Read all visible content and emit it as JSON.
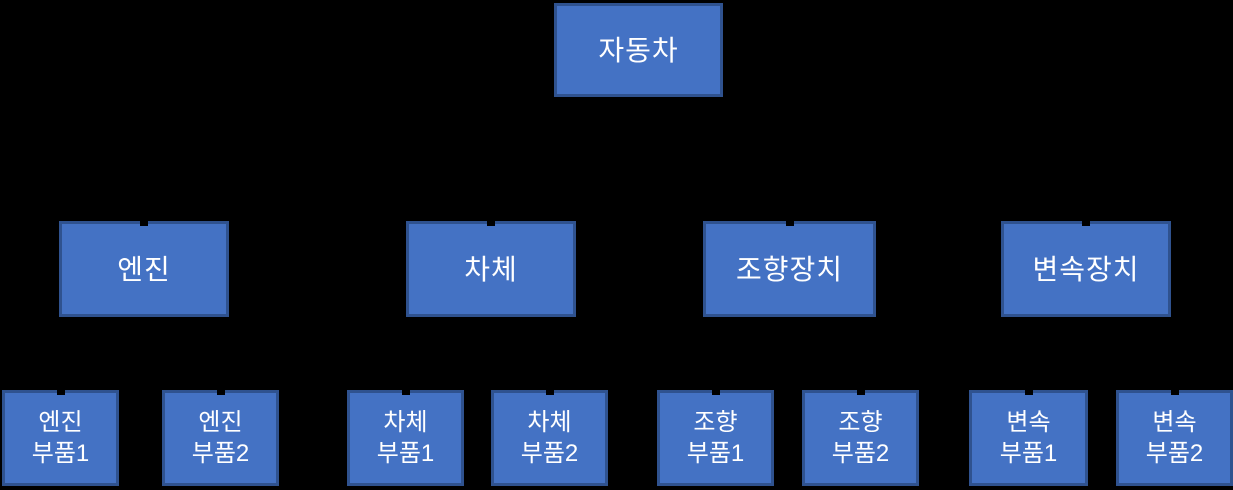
{
  "colors": {
    "background": "#000000",
    "node-fill": "#4472C4",
    "node-border": "#2F528F",
    "node-text": "#FFFFFF",
    "connector": "#000000"
  },
  "diagram_type": "hierarchy-org-chart",
  "nodes": {
    "car": {
      "label": "자동차"
    },
    "engine": {
      "label": "엔진"
    },
    "body": {
      "label": "차체"
    },
    "steering": {
      "label": "조향장치"
    },
    "transmission": {
      "label": "변속장치"
    },
    "engine_part_1": {
      "label": "엔진\n부품1"
    },
    "engine_part_2": {
      "label": "엔진\n부품2"
    },
    "body_part_1": {
      "label": "차체\n부품1"
    },
    "body_part_2": {
      "label": "차체\n부품2"
    },
    "steering_part_1": {
      "label": "조향\n부품1"
    },
    "steering_part_2": {
      "label": "조향\n부품2"
    },
    "transmission_part_1": {
      "label": "변속\n부품1"
    },
    "transmission_part_2": {
      "label": "변속\n부품2"
    }
  },
  "edges": [
    [
      "자동차",
      "엔진"
    ],
    [
      "자동차",
      "차체"
    ],
    [
      "자동차",
      "조향장치"
    ],
    [
      "자동차",
      "변속장치"
    ],
    [
      "엔진",
      "엔진 부품1"
    ],
    [
      "엔진",
      "엔진 부품2"
    ],
    [
      "차체",
      "차체 부품1"
    ],
    [
      "차체",
      "차체 부품2"
    ],
    [
      "조향장치",
      "조향 부품1"
    ],
    [
      "조향장치",
      "조향 부품2"
    ],
    [
      "변속장치",
      "변속 부품1"
    ],
    [
      "변속장치",
      "변속 부품2"
    ]
  ]
}
